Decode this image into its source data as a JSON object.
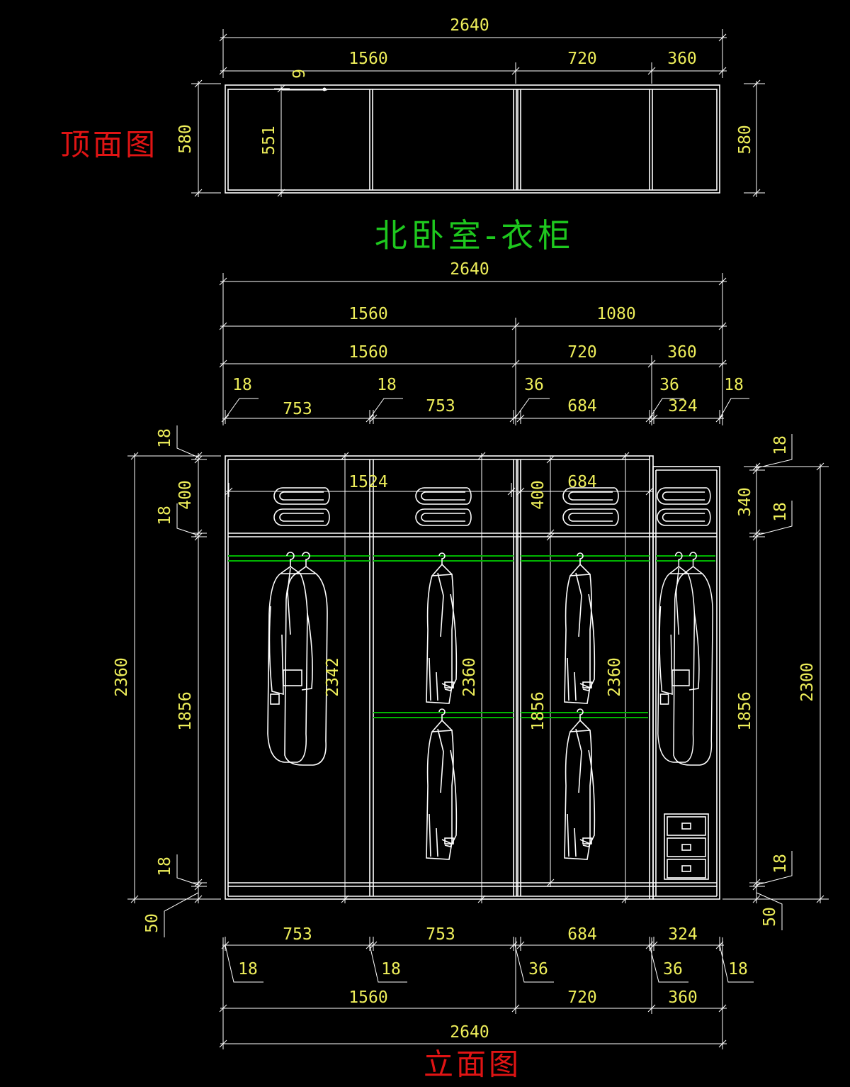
{
  "title": "北卧室-衣柜",
  "colors": {
    "background": "#000000",
    "lines": "#ffffff",
    "dimension_text": "#eeee5a",
    "title_text": "#1ec81e",
    "view_labels": "#e01414",
    "hanging_rods": "#00b400"
  },
  "icons": {
    "folded": "folded-clothes-icon",
    "coat": "hanging-coat-icon",
    "jacket": "hanging-jacket-icon",
    "drawer": "drawer-icon"
  },
  "plan": {
    "label": "顶面图",
    "width_overall": "2640",
    "width_segments": [
      "1560",
      "720",
      "360"
    ],
    "back_gap": "9",
    "depth_left": "580",
    "depth_inner": "551",
    "depth_right": "580"
  },
  "elevation": {
    "label": "立面图",
    "top_dims": {
      "overall": "2640",
      "groups": [
        "1560",
        "1080"
      ],
      "segments": [
        "1560",
        "720",
        "360"
      ],
      "panels": [
        "18",
        "18",
        "36",
        "36",
        "18"
      ],
      "bays": [
        "753",
        "753",
        "684",
        "324"
      ]
    },
    "left_dims": {
      "top_panel": "18",
      "top_section": "400",
      "shelf_panel": "18",
      "overall": "2360",
      "hanging": "1856",
      "bottom_panel": "18",
      "plinth": "50"
    },
    "right_dims": {
      "top_panel": "18",
      "top_section": "340",
      "shelf_panel": "18",
      "overall": "2300",
      "hanging": "1856",
      "bottom_panel": "18",
      "plinth": "50"
    },
    "interior_dims": {
      "width_left": "1524",
      "width_right": "684",
      "top_section": "400",
      "height_left": "2342",
      "height_mid": "2360",
      "hanging_mid": "1856",
      "height_right": "2360"
    },
    "bottom_dims": {
      "bays": [
        "753",
        "753",
        "684",
        "324"
      ],
      "panels": [
        "18",
        "18",
        "36",
        "36",
        "18"
      ],
      "segments": [
        "1560",
        "720",
        "360"
      ],
      "overall": "2640"
    }
  }
}
